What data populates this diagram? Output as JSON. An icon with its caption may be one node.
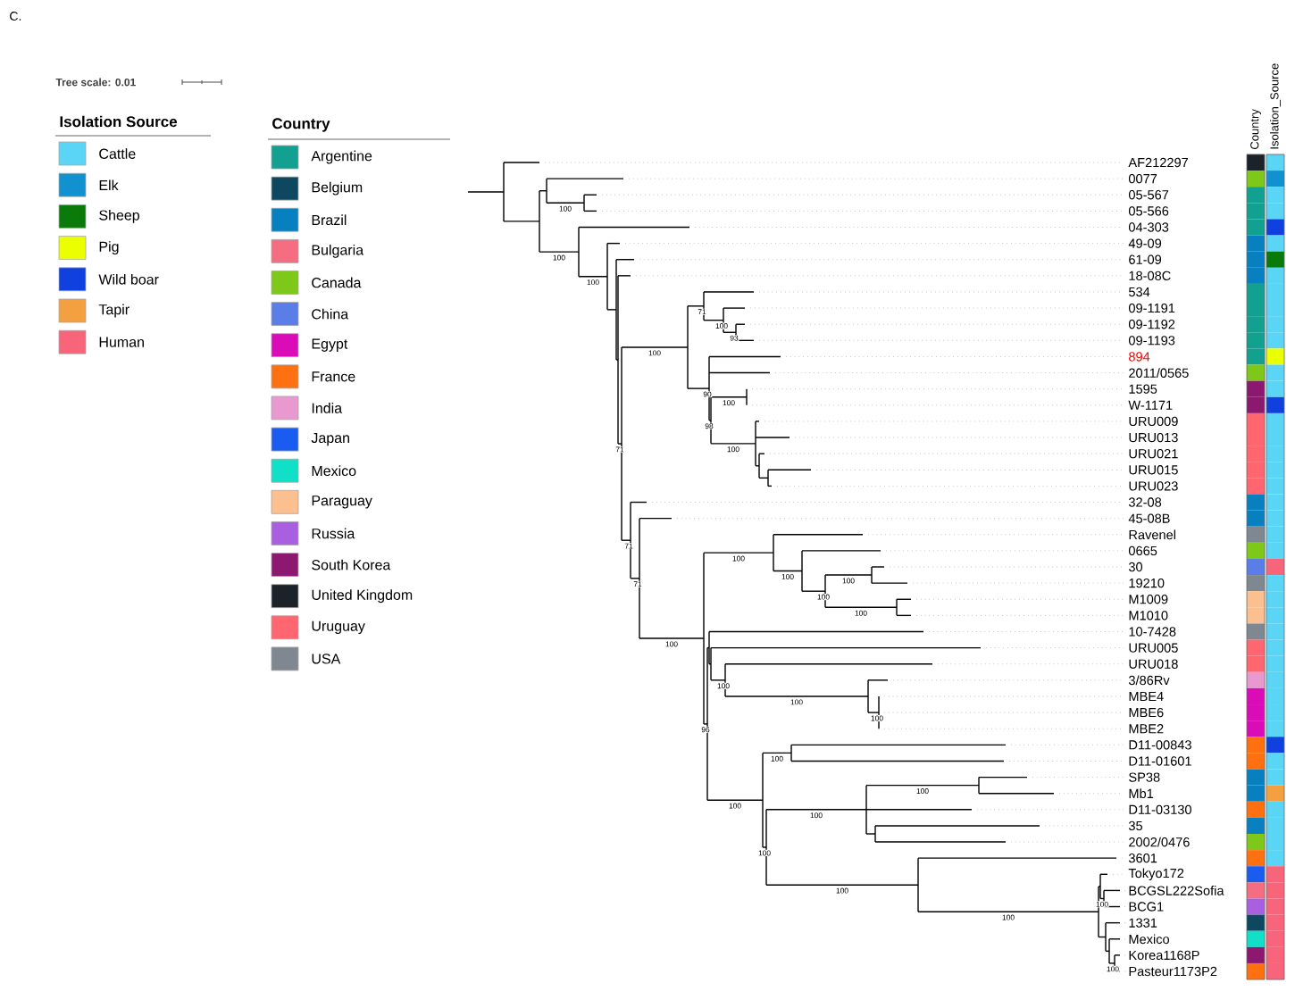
{
  "diagram": {
    "labels": [
      "C.",
      "Tree scale: 0.01",
      "Isolation Source",
      "Country",
      "Country",
      "Isolation_Source",
      "AF212297",
      "0077",
      "05-567",
      "05-566",
      "04-303",
      "49-09",
      "61-09",
      "18-08C",
      "534",
      "09-1191",
      "09-1192",
      "09-1193",
      "894",
      "2011/0565",
      "1595",
      "W-1171",
      "URU009",
      "URU013",
      "URU021",
      "URU015",
      "URU023",
      "32-08",
      "45-08B",
      "Ravenel",
      "0665",
      "30",
      "19210",
      "M1009",
      "M1010",
      "10-7428",
      "URU005",
      "URU018",
      "3/86Rv",
      "MBE4",
      "MBE6",
      "MBE2",
      "D11-00843",
      "D11-01601",
      "SP38",
      "Mb1",
      "D11-03130",
      "35",
      "2002/0476",
      "3601",
      "Tokyo172",
      "BCGSL222Sofia",
      "BCG1",
      "1331",
      "Mexico",
      "Korea1168P",
      "Pasteur1173P2",
      "100",
      "100",
      "100",
      "71",
      "100",
      "71",
      "100",
      "93",
      "90",
      "98",
      "100",
      "100",
      "71",
      "71",
      "100",
      "100",
      "100",
      "100",
      "100",
      "100",
      "96",
      "100",
      "100",
      "100",
      "100",
      "100",
      "100",
      "100",
      "100",
      "100",
      "100",
      "100",
      "100"
    ],
    "legend": [
      {
        "text": "Cattle",
        "color": "#5bd5f5"
      },
      {
        "text": "Elk",
        "color": "#1191cf"
      },
      {
        "text": "Sheep",
        "color": "#0a7a0a"
      },
      {
        "text": "Pig",
        "color": "#eaff00"
      },
      {
        "text": "Wild boar",
        "color": "#1040dd"
      },
      {
        "text": "Tapir",
        "color": "#f5a040"
      },
      {
        "text": "Human",
        "color": "#f8647a"
      },
      {
        "text": "Argentine",
        "color": "#12a090"
      },
      {
        "text": "Belgium",
        "color": "#0d4860"
      },
      {
        "text": "Brazil",
        "color": "#0880c0"
      },
      {
        "text": "Bulgaria",
        "color": "#f56d80"
      },
      {
        "text": "Canada",
        "color": "#7ec81a"
      },
      {
        "text": "China",
        "color": "#5b7de8"
      },
      {
        "text": "Egypt",
        "color": "#d90cb8"
      },
      {
        "text": "France",
        "color": "#ff7010"
      },
      {
        "text": "India",
        "color": "#e89ad0"
      },
      {
        "text": "Japan",
        "color": "#1a5cf0"
      },
      {
        "text": "Mexico",
        "color": "#10e0c8"
      },
      {
        "text": "Paraguay",
        "color": "#fcc090"
      },
      {
        "text": "Russia",
        "color": "#a860e0"
      },
      {
        "text": "South Korea",
        "color": "#8c1870"
      },
      {
        "text": "United Kingdom",
        "color": "#1b222a"
      },
      {
        "text": "Uruguay",
        "color": "#ff6670"
      },
      {
        "text": "USA",
        "color": "#7f8890"
      }
    ]
  }
}
